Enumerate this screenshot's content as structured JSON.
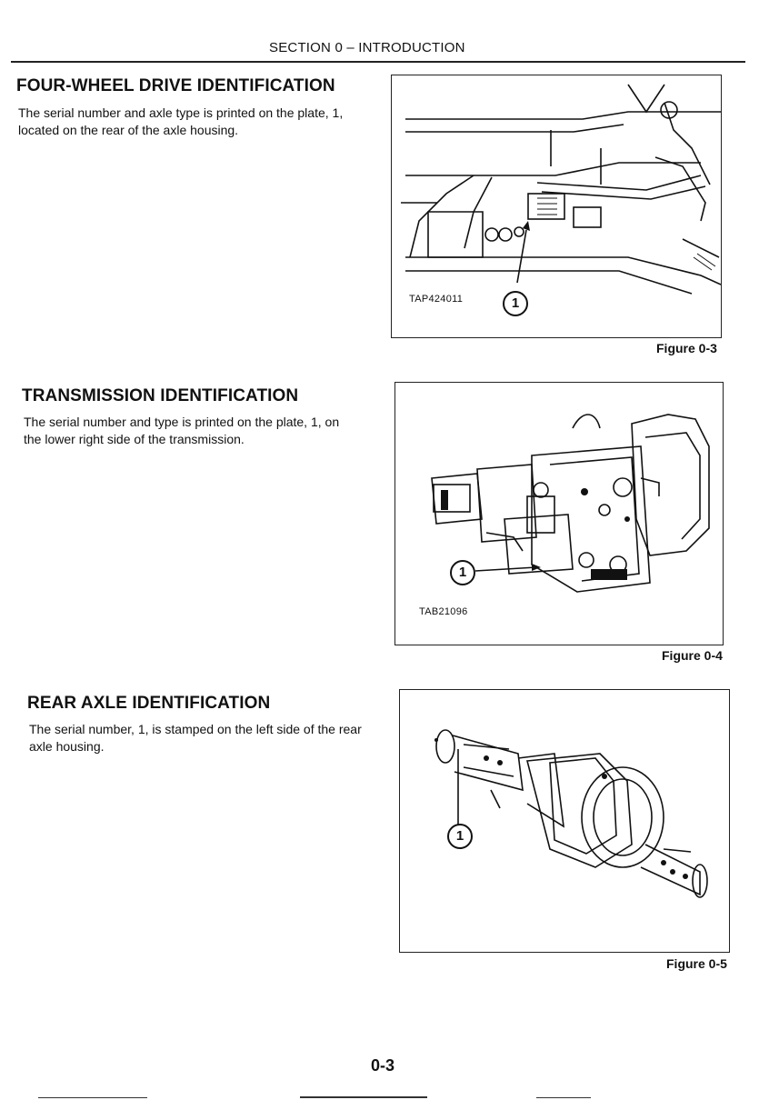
{
  "header": {
    "section": "SECTION 0 – INTRODUCTION"
  },
  "sections": [
    {
      "heading": "FOUR-WHEEL DRIVE IDENTIFICATION",
      "body": "The serial number and axle type is printed on the plate, 1, located on the rear of the axle housing.",
      "figure": {
        "tag": "TAP424011",
        "callout": "1",
        "caption": "Figure 0-3",
        "image": "four-wheel-drive-axle-plate-photo"
      }
    },
    {
      "heading": "TRANSMISSION IDENTIFICATION",
      "body": "The serial number and type is printed on the plate, 1, on the lower right side of the transmission.",
      "figure": {
        "tag": "TAB21096",
        "callout": "1",
        "caption": "Figure 0-4",
        "image": "transmission-photo"
      }
    },
    {
      "heading": "REAR AXLE IDENTIFICATION",
      "body": "The serial number, 1, is stamped on the left side of the rear axle housing.",
      "figure": {
        "tag": "",
        "callout": "1",
        "caption": "Figure 0-5",
        "image": "rear-axle-photo"
      }
    }
  ],
  "footer": {
    "page_number": "0-3"
  }
}
